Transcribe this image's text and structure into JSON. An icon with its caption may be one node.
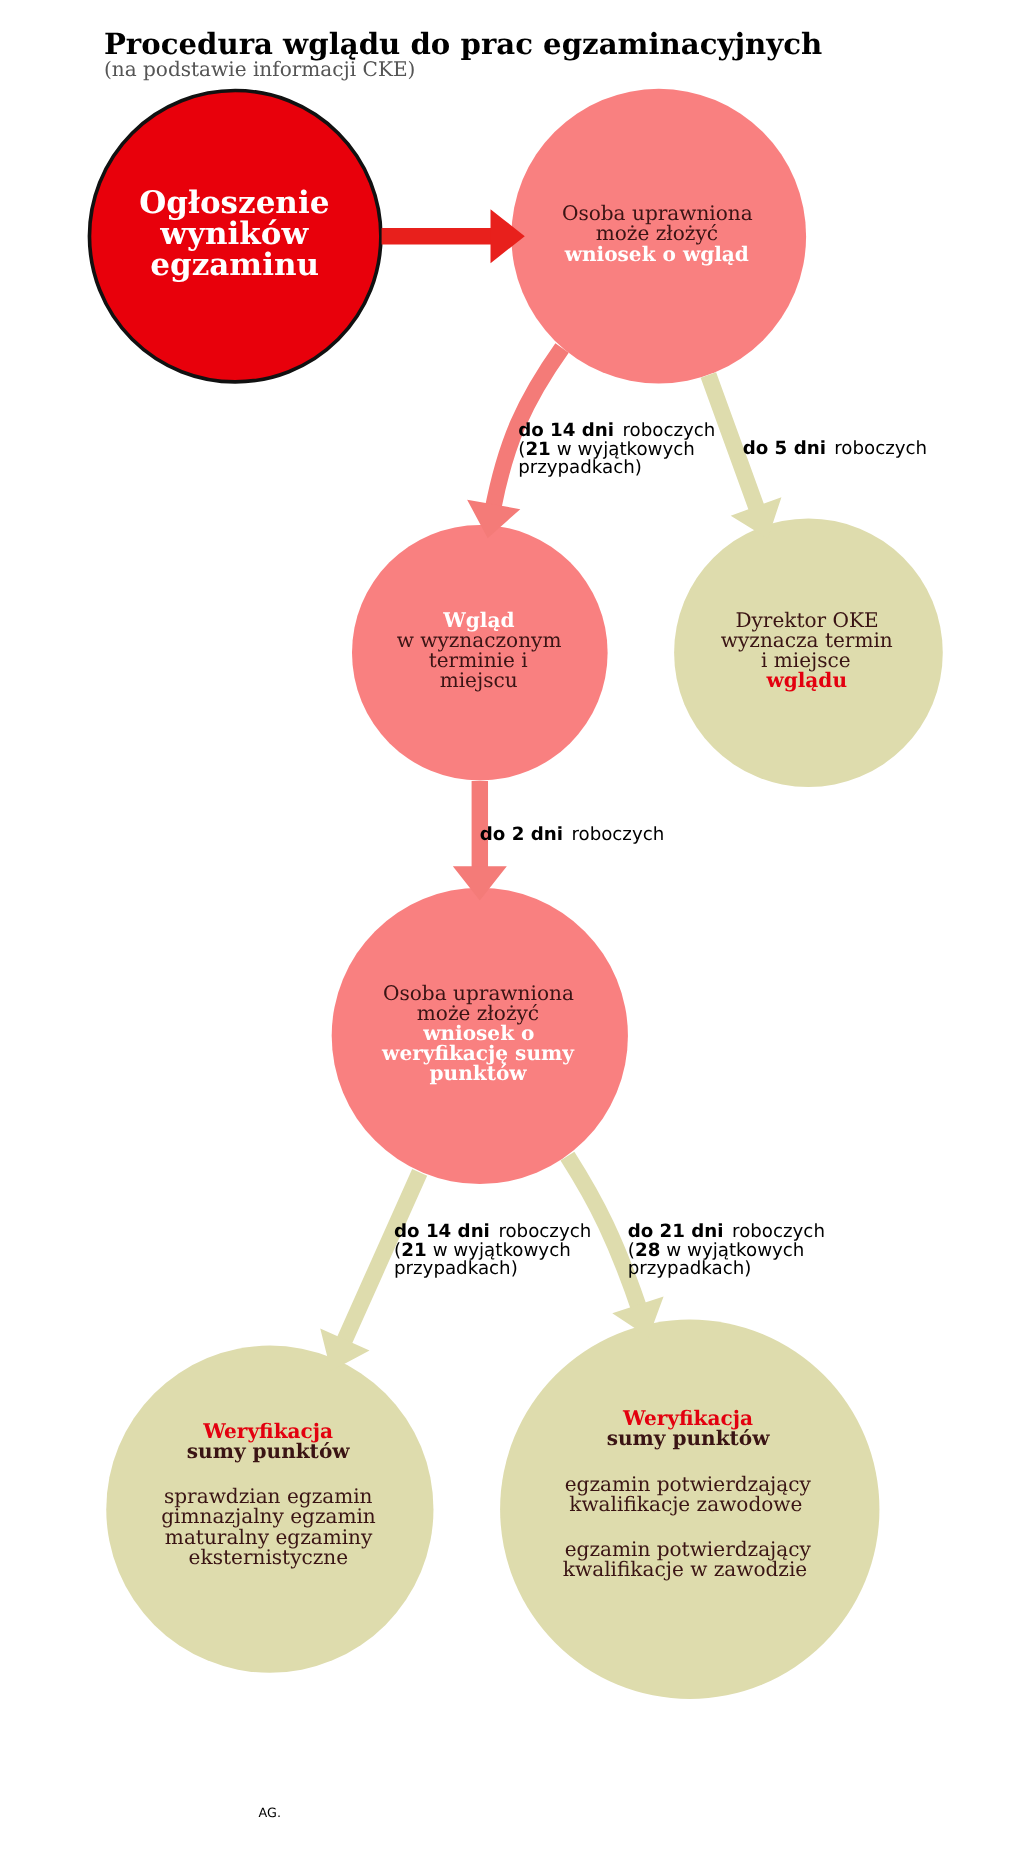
{
  "diagram": {
    "title": "Procedura wglądu do prac egzaminacyjnych",
    "caption": "(na podstawie informacji CKE)",
    "nodes": [
      {
        "text": [
          "Ogłoszenie wyników egzaminu"
        ]
      },
      {
        "text": [
          "Osoba uprawniona może złożyć",
          "wniosek o wgląd"
        ]
      },
      {
        "text": [
          "Wgląd",
          "w wyznaczonym terminie i miejscu"
        ]
      },
      {
        "text": [
          "Dyrektor OKE wyznacza termin i miejsce",
          "wglądu"
        ]
      },
      {
        "text": [
          "Osoba uprawniona może złożyć",
          "wniosek o weryfikację sumy punktów"
        ]
      },
      {
        "text": [
          "Weryfikacja",
          "sumy punktów",
          "sprawdzian egzamin gimnazjalny egzamin maturalny egzaminy eksternistyczne"
        ]
      },
      {
        "text": [
          "Weryfikacja",
          "sumy punktów",
          "egzamin potwierdzający kwalifikacje zawodowe",
          "egzamin potwierdzający kwalifikacje w zawodzie"
        ]
      }
    ],
    "edges": [
      {
        "from": 0,
        "to": 1,
        "arrow": "to",
        "color": "#e8201c"
      },
      {
        "from": 1,
        "to": 2,
        "arrow": "to",
        "label": "**do 14 dni** roboczych (**21** w wyjątkowych przypadkach)",
        "color": "#f47b78"
      },
      {
        "from": 1,
        "to": 3,
        "arrow": "to",
        "label": "**do 5 dni** roboczych"
      },
      {
        "from": 2,
        "to": 4,
        "arrow": "to",
        "label": "**do 2 dni** roboczych",
        "color": "#f47b78"
      },
      {
        "from": 4,
        "to": 5,
        "arrow": "to",
        "label": "**do 14 dni** roboczych (**21** w wyjątkowych przypadkach)"
      },
      {
        "from": 4,
        "to": 6,
        "arrow": "to",
        "label": "**do 21 dni** roboczych (**28** w wyjątkowych przypadkach)"
      }
    ],
    "labels": [
      "AG."
    ]
  }
}
